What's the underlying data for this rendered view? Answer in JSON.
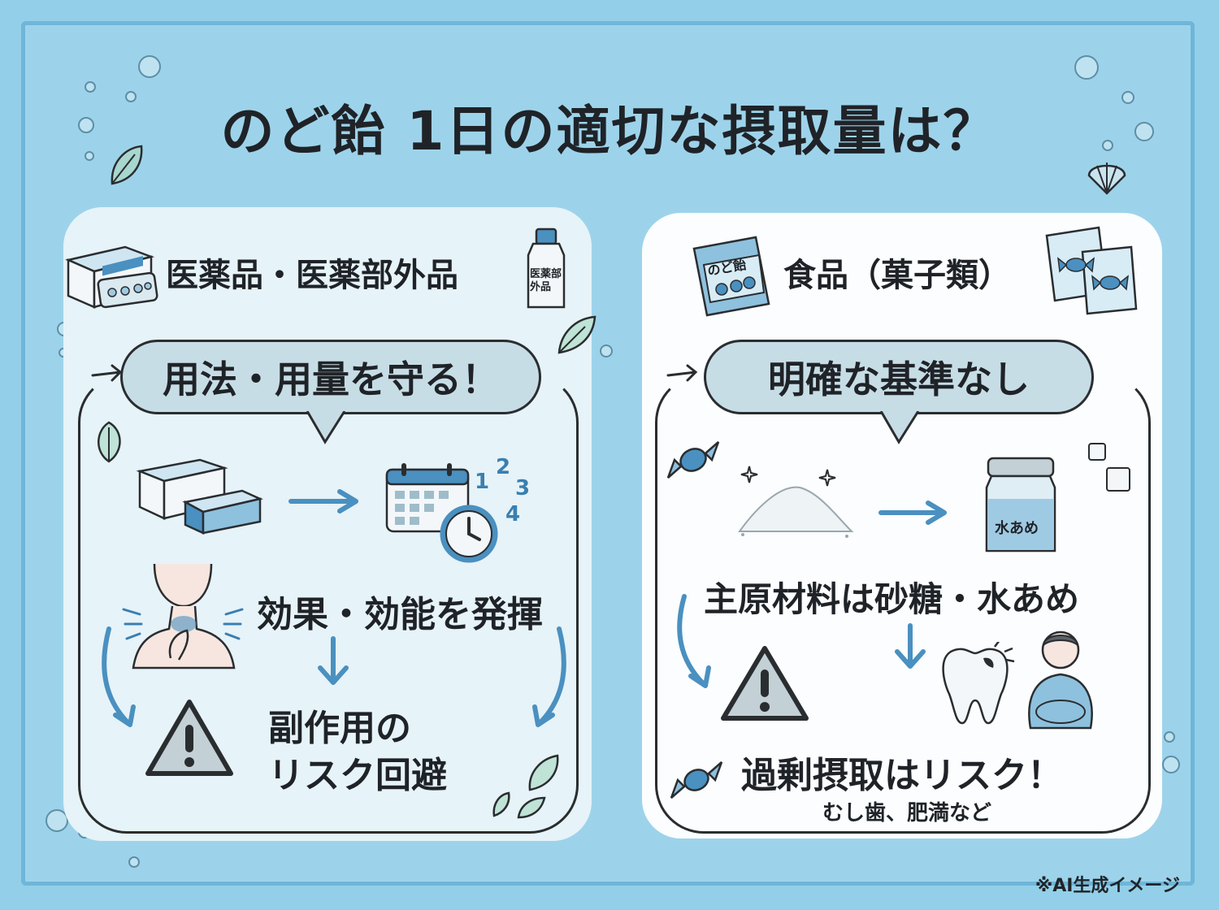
{
  "title": "のど飴 1日の適切な摂取量は？",
  "left": {
    "category": "医薬品・医薬部外品",
    "bottle_label": "医薬部外品",
    "bubble": "用法・用量を守る！",
    "calendar_numbers": [
      "1",
      "2",
      "3",
      "4"
    ],
    "effect": "効果・効能を発揮",
    "risk_line1": "副作用の",
    "risk_line2": "リスク回避"
  },
  "right": {
    "category": "食品（菓子類）",
    "pack_label": "のど飴",
    "bubble": "明確な基準なし",
    "jar_label": "水あめ",
    "ingredients": "主原材料は砂糖・水あめ",
    "risk": "過剰摂取はリスク！",
    "risk_sub": "むし歯、肥満など"
  },
  "footnote": "※AI生成イメージ",
  "colors": {
    "background": "#93cfe8",
    "frame": "#6fb6d8",
    "accent_blue": "#4a90c0",
    "left_panel": "#e6f3f8",
    "right_panel": "#fbfdfe"
  },
  "icons": [
    "medicine-box-icon",
    "pill-blister-icon",
    "bottle-icon",
    "calendar-icon",
    "clock-icon",
    "throat-person-icon",
    "warning-icon",
    "candy-pack-icon",
    "candy-icon",
    "sugar-pile-icon",
    "syrup-jar-icon",
    "tooth-icon",
    "overweight-person-icon",
    "leaf-icon",
    "shell-icon",
    "arrow-icon"
  ]
}
